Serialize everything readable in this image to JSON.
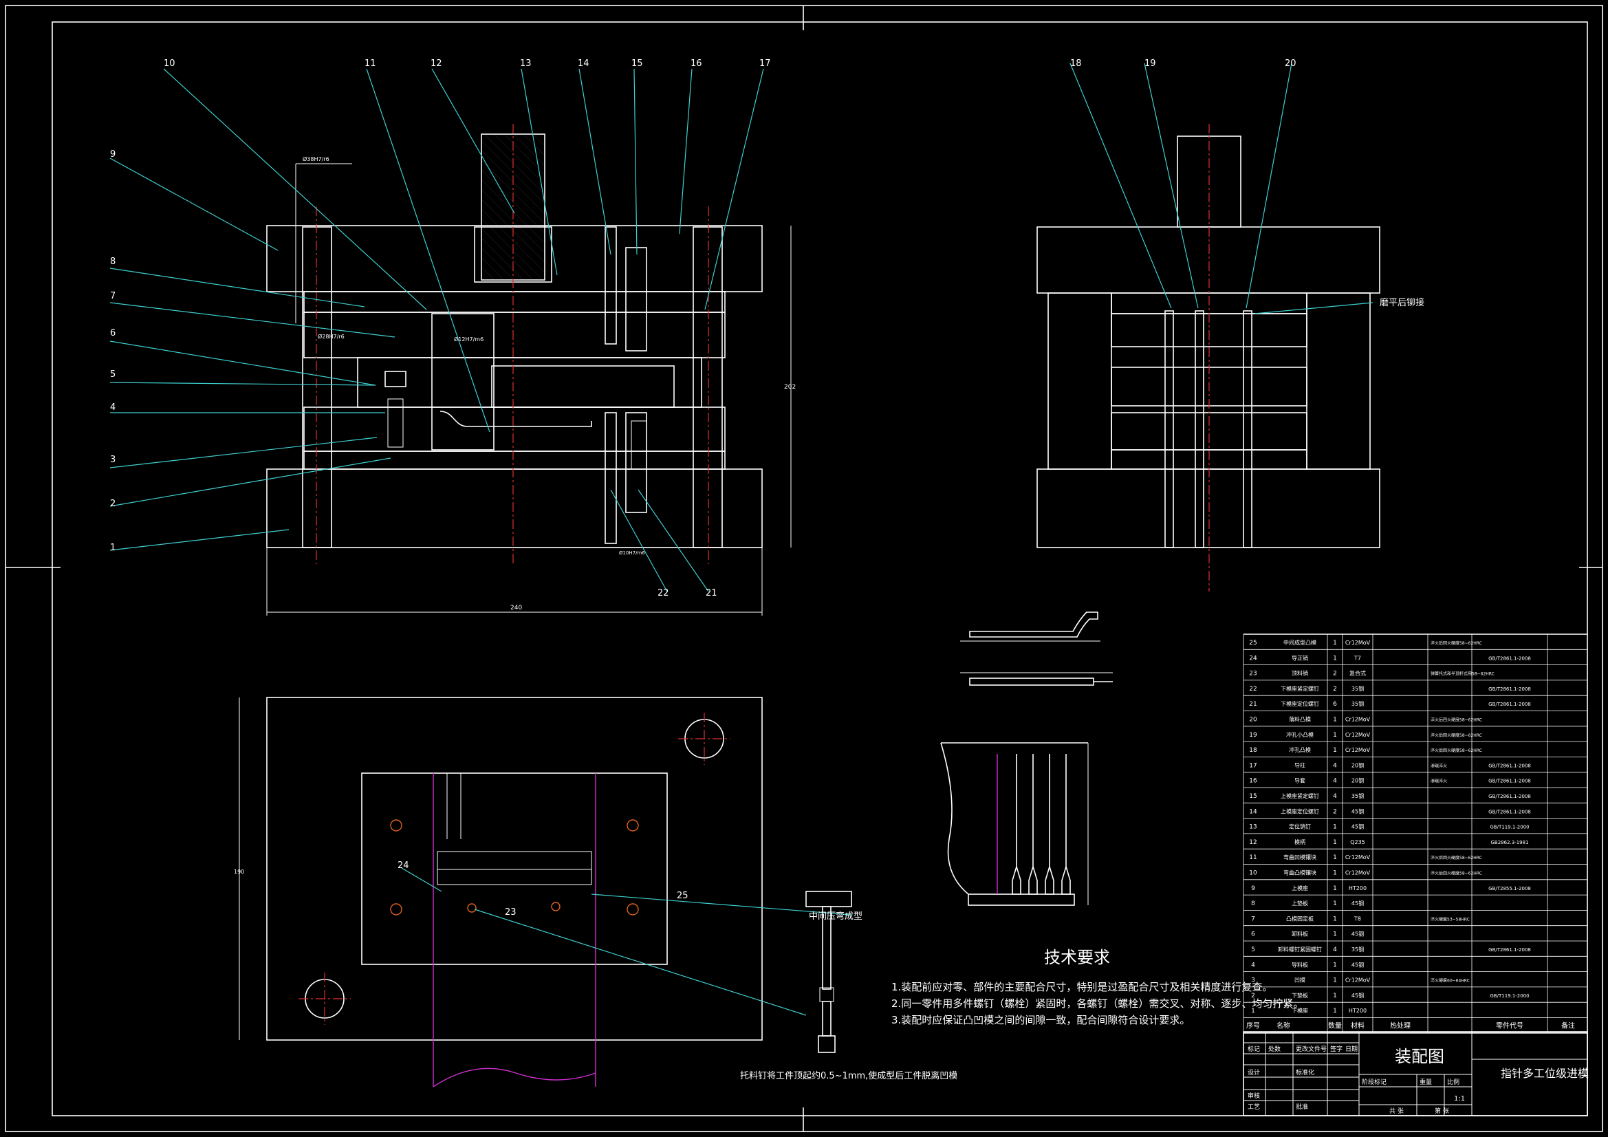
{
  "callouts_front": [
    "1",
    "2",
    "3",
    "4",
    "5",
    "6",
    "7",
    "8",
    "9",
    "10",
    "11",
    "12",
    "13",
    "14",
    "15",
    "16",
    "17",
    "21",
    "22"
  ],
  "callouts_side": [
    "18",
    "19",
    "20"
  ],
  "side_note": "磨平后铆接",
  "plan_callouts": [
    "23",
    "24",
    "25"
  ],
  "plan_label": "中间压弯成型",
  "plan_caption": "托料钉将工件顶起约0.5~1mm,使成型后工件脱离凹模",
  "tech_title": "技术要求",
  "tech_requirements": [
    "1.装配前应对零、部件的主要配合尺寸，特别是过盈配合尺寸及相关精度进行复查。",
    "2.同一零件用多件螺钉（螺栓）紧固时，各螺钉（螺栓）需交叉、对称、逐步、均匀拧紧。",
    "3.装配时应保证凸凹模之间的间隙一致，配合间隙符合设计要求。"
  ],
  "bom_header": [
    "序号",
    "名称",
    "数量",
    "材料",
    "热处理",
    "零件代号",
    "备注"
  ],
  "bom_rows": [
    [
      "25",
      "中间成型凸模",
      "1",
      "Cr12MoV",
      "淬火后回火硬度58~62HRC",
      ""
    ],
    [
      "24",
      "导正销",
      "1",
      "T7",
      "",
      "GB/T2861.1-2008"
    ],
    [
      "23",
      "顶料销",
      "2",
      "复合式",
      "弹簧托式和半顶杆式用58~62HRC",
      ""
    ],
    [
      "22",
      "下模座紧定螺钉",
      "2",
      "35钢",
      "",
      "GB/T2861.1-2008"
    ],
    [
      "21",
      "下模座定位螺钉",
      "6",
      "35钢",
      "",
      "GB/T2861.1-2008"
    ],
    [
      "20",
      "落料凸模",
      "1",
      "Cr12MoV",
      "淬火后回火硬度58~62HRC",
      ""
    ],
    [
      "19",
      "冲孔小凸模",
      "1",
      "Cr12MoV",
      "淬火后回火硬度58~62HRC",
      ""
    ],
    [
      "18",
      "冲孔凸模",
      "1",
      "Cr12MoV",
      "淬火后回火硬度58~62HRC",
      ""
    ],
    [
      "17",
      "导柱",
      "4",
      "20钢",
      "渗碳淬火",
      "GB/T2861.1-2008"
    ],
    [
      "16",
      "导套",
      "4",
      "20钢",
      "渗碳淬火",
      "GB/T2861.1-2008"
    ],
    [
      "15",
      "上模座紧定螺钉",
      "4",
      "35钢",
      "",
      "GB/T2861.1-2008"
    ],
    [
      "14",
      "上模座定位螺钉",
      "2",
      "45钢",
      "",
      "GB/T2861.1-2008"
    ],
    [
      "13",
      "定位销钉",
      "1",
      "45钢",
      "",
      "GB/T119.1-2000"
    ],
    [
      "12",
      "模柄",
      "1",
      "Q235",
      "",
      "GB2862.3-1981"
    ],
    [
      "11",
      "弯曲凹模镶块",
      "1",
      "Cr12MoV",
      "淬火后回火硬度58~62HRC",
      ""
    ],
    [
      "10",
      "弯曲凸模镶块",
      "1",
      "Cr12MoV",
      "淬火后回火硬度58~62HRC",
      ""
    ],
    [
      "9",
      "上模座",
      "1",
      "HT200",
      "",
      "GB/T2855.1-2008"
    ],
    [
      "8",
      "上垫板",
      "1",
      "45钢",
      "",
      ""
    ],
    [
      "7",
      "凸模固定板",
      "1",
      "T8",
      "淬火硬度53~58HRC",
      ""
    ],
    [
      "6",
      "卸料板",
      "1",
      "45钢",
      "",
      ""
    ],
    [
      "5",
      "卸料螺钉紧固螺钉",
      "4",
      "35钢",
      "",
      "GB/T2861.1-2008"
    ],
    [
      "4",
      "导料板",
      "1",
      "45钢",
      "",
      ""
    ],
    [
      "3",
      "凹模",
      "1",
      "Cr12MoV",
      "淬火硬度60~64HRC",
      ""
    ],
    [
      "2",
      "下垫板",
      "1",
      "45钢",
      "",
      "GB/T119.1-2000"
    ],
    [
      "1",
      "下模座",
      "1",
      "HT200",
      "",
      ""
    ]
  ],
  "title_drawing_name": "装配图",
  "title_part_name": "指针多工位级进模",
  "title_scale": "1:1",
  "title_small_labels": [
    "标记",
    "处数",
    "更改文件号",
    "签字",
    "日期",
    "设计",
    "标准化",
    "审核",
    "工艺",
    "批准",
    "阶段标记",
    "重量",
    "比例",
    "共 张",
    "第 张"
  ],
  "dims": {
    "top_left": "Ø38H7/r6",
    "left_side": "Ø28H7/r6",
    "mid": "Ø12H7/m6",
    "bottom_width": "240",
    "right_height": "202",
    "small": "Ø10H7/m6",
    "plan_height": "190"
  },
  "colors": {
    "leader": "#3fd0d0",
    "outline": "#ffffff",
    "center": "#e03030",
    "strip": "#d030d0",
    "bg": "#000000"
  }
}
